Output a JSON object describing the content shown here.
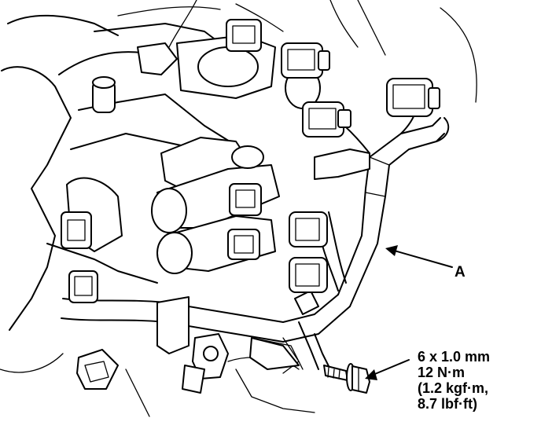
{
  "callout": {
    "label": "A"
  },
  "bolt_spec": {
    "size": "6 x 1.0 mm",
    "torque_nm": "12 N·m",
    "torque_kgfm": "(1.2 kgf·m,",
    "torque_lbfft": "8.7 lbf·ft)"
  }
}
